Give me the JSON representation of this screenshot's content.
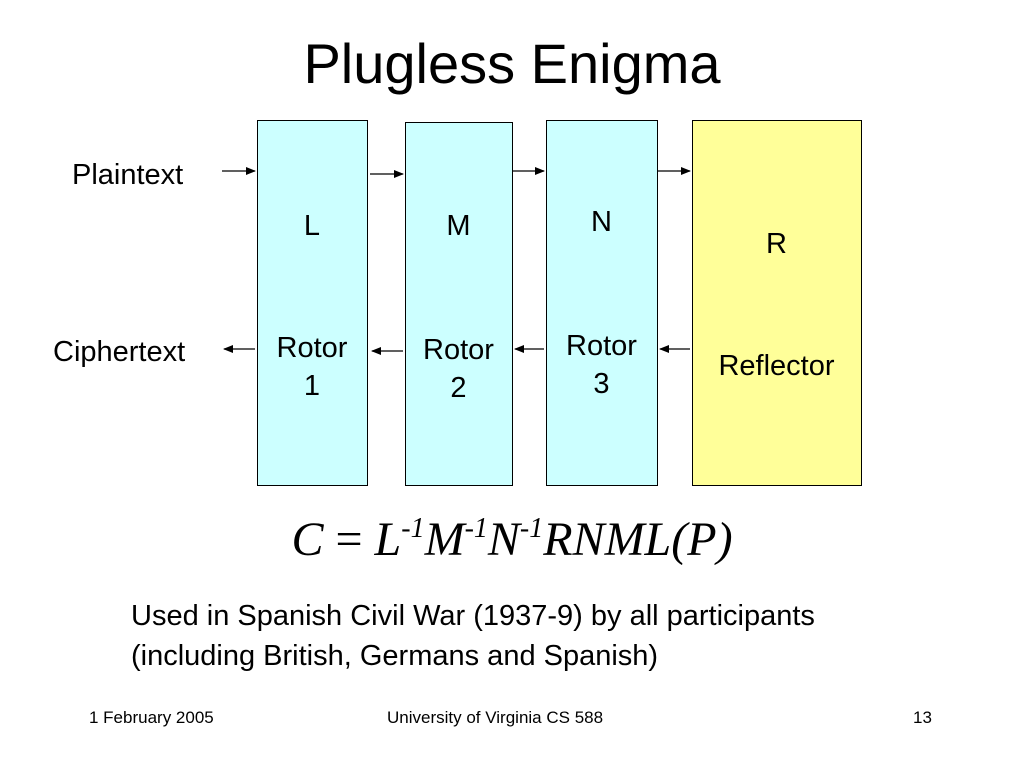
{
  "slide": {
    "title": "Plugless Enigma",
    "input_label": "Plaintext",
    "output_label": "Ciphertext"
  },
  "rotors": [
    {
      "letter": "L",
      "line1": "Rotor",
      "line2": "1"
    },
    {
      "letter": "M",
      "line1": "Rotor",
      "line2": "2"
    },
    {
      "letter": "N",
      "line1": "Rotor",
      "line2": "3"
    }
  ],
  "reflector": {
    "letter": "R",
    "label": "Reflector"
  },
  "formula": {
    "lhs": "C",
    "eq": " = ",
    "t1": "L",
    "t2": "M",
    "t3": "N",
    "inv": "-1",
    "rest": "RNML",
    "open": "(",
    "arg": "P",
    "close": ")"
  },
  "note": {
    "line1": "Used in Spanish Civil War (1937-9) by all participants",
    "line2": "(including British, Germans and Spanish)"
  },
  "footer": {
    "date": "1 February 2005",
    "course": "University of Virginia CS 588",
    "page": "13"
  },
  "colors": {
    "rotor_fill": "#ccffff",
    "reflector_fill": "#ffff99",
    "stroke": "#000000"
  }
}
